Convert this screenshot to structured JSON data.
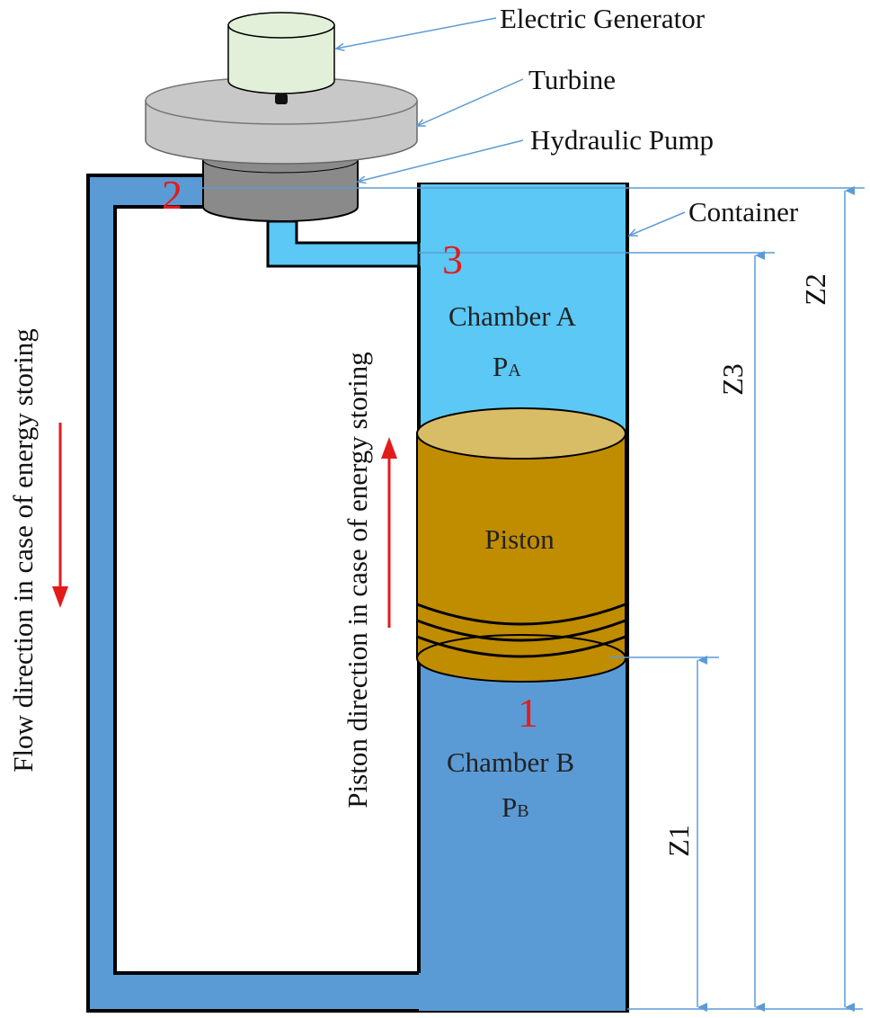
{
  "labels": {
    "generator": "Electric Generator",
    "turbine": "Turbine",
    "pump": "Hydraulic Pump",
    "container": "Container",
    "chamber_a": "Chamber A",
    "pressure_a_main": "P",
    "pressure_a_sub": "A",
    "piston": "Piston",
    "chamber_b": "Chamber B",
    "pressure_b_main": "P",
    "pressure_b_sub": "B",
    "flow_direction": "Flow direction in case of energy storing",
    "piston_direction": "Piston  direction in case of energy storing"
  },
  "points": {
    "p1": "1",
    "p2": "2",
    "p3": "3"
  },
  "dimensions": {
    "z1": "Z1",
    "z2": "Z2",
    "z3": "Z3"
  },
  "colors": {
    "upper_fluid": "#5bc8f5",
    "lower_fluid": "#5b9bd5",
    "pipe_fluid": "#5b9bd5",
    "piston_body": "#c08c00",
    "piston_top": "#d9bd66",
    "turbine": "#c8c8c8",
    "pump": "#8a8a8a",
    "generator": "#e2f0d9",
    "leader_lines": "#5b9bd5",
    "markers": "#e31b1b",
    "outline": "#000000"
  }
}
